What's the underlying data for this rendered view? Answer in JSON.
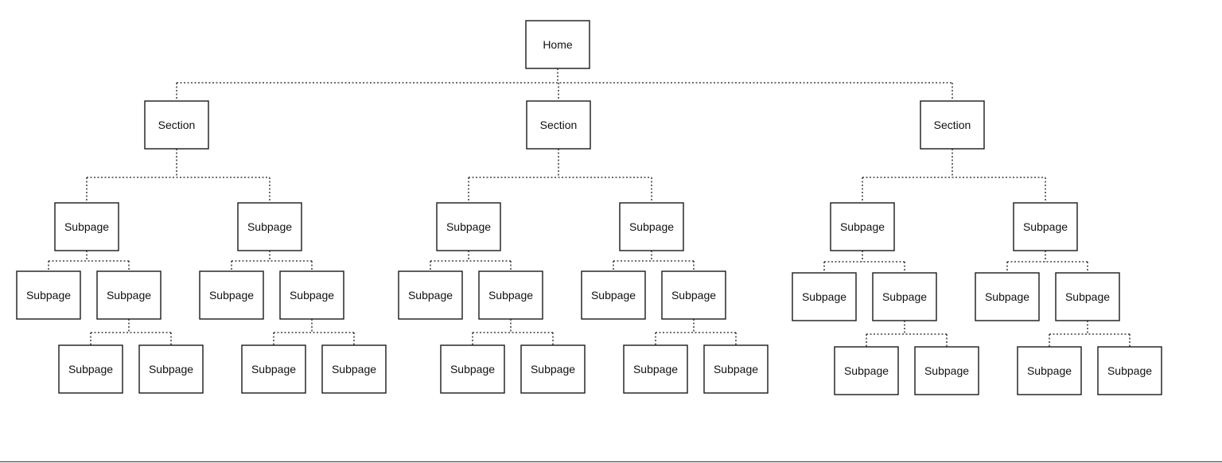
{
  "sitemap": {
    "label": "Home",
    "children": [
      {
        "label": "Section",
        "children": [
          {
            "label": "Subpage",
            "children": [
              {
                "label": "Subpage"
              },
              {
                "label": "Subpage",
                "children": [
                  {
                    "label": "Subpage"
                  },
                  {
                    "label": "Subpage"
                  }
                ]
              }
            ]
          },
          {
            "label": "Subpage",
            "children": [
              {
                "label": "Subpage"
              },
              {
                "label": "Subpage",
                "children": [
                  {
                    "label": "Subpage"
                  },
                  {
                    "label": "Subpage"
                  }
                ]
              }
            ]
          }
        ]
      },
      {
        "label": "Section",
        "children": [
          {
            "label": "Subpage",
            "children": [
              {
                "label": "Subpage"
              },
              {
                "label": "Subpage",
                "children": [
                  {
                    "label": "Subpage"
                  },
                  {
                    "label": "Subpage"
                  }
                ]
              }
            ]
          },
          {
            "label": "Subpage",
            "children": [
              {
                "label": "Subpage"
              },
              {
                "label": "Subpage",
                "children": [
                  {
                    "label": "Subpage"
                  },
                  {
                    "label": "Subpage"
                  }
                ]
              }
            ]
          }
        ]
      },
      {
        "label": "Section",
        "children": [
          {
            "label": "Subpage",
            "children": [
              {
                "label": "Subpage"
              },
              {
                "label": "Subpage",
                "children": [
                  {
                    "label": "Subpage"
                  },
                  {
                    "label": "Subpage"
                  }
                ]
              }
            ]
          },
          {
            "label": "Subpage",
            "children": [
              {
                "label": "Subpage"
              },
              {
                "label": "Subpage",
                "children": [
                  {
                    "label": "Subpage"
                  },
                  {
                    "label": "Subpage"
                  }
                ]
              }
            ]
          }
        ]
      }
    ]
  }
}
